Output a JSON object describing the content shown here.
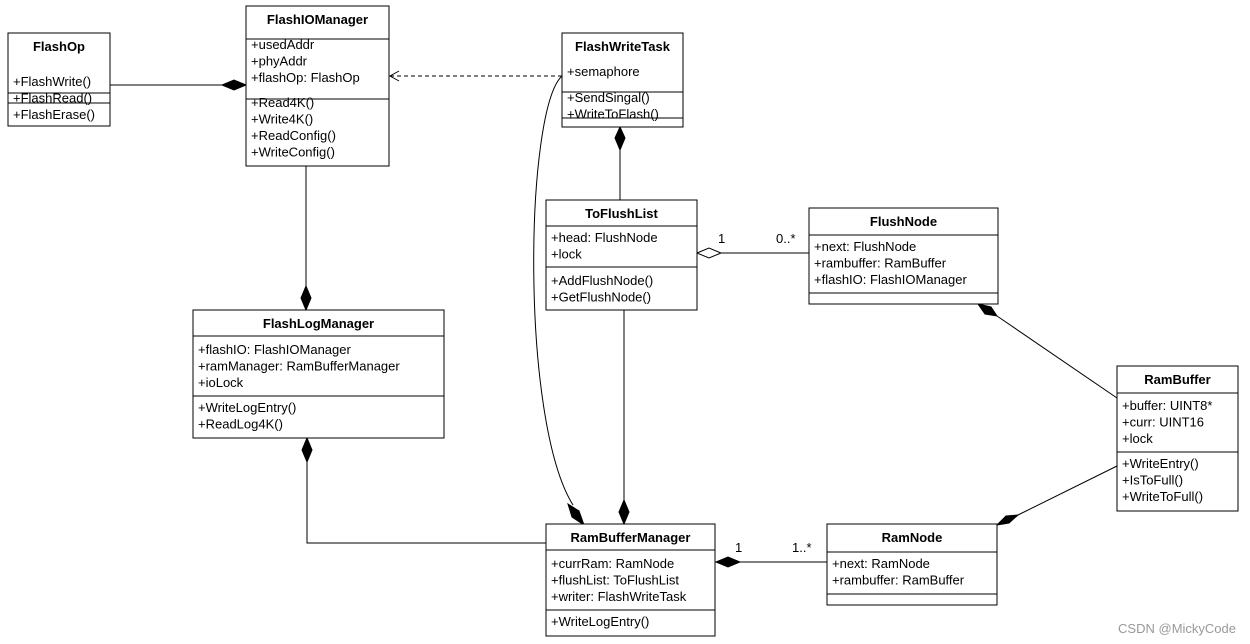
{
  "classes": {
    "flashop": {
      "name": "FlashOp",
      "attributes": [],
      "operations": [
        "+FlashWrite()",
        "+FlashRead()",
        "+FlashErase()"
      ]
    },
    "flashiomanager": {
      "name": "FlashIOManager",
      "attributes": [
        "+usedAddr",
        "+phyAddr",
        "+flashOp: FlashOp"
      ],
      "operations": [
        "+Read4K()",
        "+Write4K()",
        "+ReadConfig()",
        "+WriteConfig()"
      ]
    },
    "flashwritetask": {
      "name": "FlashWriteTask",
      "attributes": [
        "+semaphore"
      ],
      "operations": [
        "+SendSingal()",
        "+WriteToFlash()"
      ]
    },
    "toflushlist": {
      "name": "ToFlushList",
      "attributes": [
        "+head: FlushNode",
        "+lock"
      ],
      "operations": [
        "+AddFlushNode()",
        "+GetFlushNode()"
      ]
    },
    "flushnode": {
      "name": "FlushNode",
      "attributes": [
        "+next: FlushNode",
        "+rambuffer: RamBuffer",
        "+flashIO: FlashIOManager"
      ],
      "operations": []
    },
    "flashlogmanager": {
      "name": "FlashLogManager",
      "attributes": [
        "+flashIO: FlashIOManager",
        "+ramManager: RamBufferManager",
        "+ioLock"
      ],
      "operations": [
        "+WriteLogEntry()",
        "+ReadLog4K()"
      ]
    },
    "rambuffer": {
      "name": "RamBuffer",
      "attributes": [
        "+buffer: UINT8*",
        "+curr: UINT16",
        "+lock"
      ],
      "operations": [
        "+WriteEntry()",
        "+IsToFull()",
        "+WriteToFull()"
      ]
    },
    "rambuffermanager": {
      "name": "RamBufferManager",
      "attributes": [
        "+currRam: RamNode",
        "+flushList: ToFlushList",
        "+writer: FlashWriteTask"
      ],
      "operations": [
        "+WriteLogEntry()"
      ]
    },
    "ramnode": {
      "name": "RamNode",
      "attributes": [
        "+next: RamNode",
        "+rambuffer: RamBuffer"
      ],
      "operations": []
    }
  },
  "relations": [
    {
      "id": "flashop-flashiomanager",
      "type": "composition",
      "whole": "FlashIOManager",
      "part": "FlashOp"
    },
    {
      "id": "flashwritetask-flashiomanager",
      "type": "dependency",
      "from": "FlashWriteTask",
      "to": "FlashIOManager"
    },
    {
      "id": "flashiomanager-flashlogmanager",
      "type": "composition",
      "whole": "FlashLogManager",
      "part": "FlashIOManager"
    },
    {
      "id": "toflushlist-flashwritetask",
      "type": "composition",
      "whole": "FlashWriteTask",
      "part": "ToFlushList"
    },
    {
      "id": "flushnode-toflushlist",
      "type": "aggregation",
      "whole": "ToFlushList",
      "part": "FlushNode",
      "mult_whole": "1",
      "mult_part": "0..*"
    },
    {
      "id": "rambuffer-flushnode",
      "type": "composition",
      "whole": "FlushNode",
      "part": "RamBuffer"
    },
    {
      "id": "rambuffer-ramnode",
      "type": "composition",
      "whole": "RamNode",
      "part": "RamBuffer"
    },
    {
      "id": "flashwritetask-rambuffermanager",
      "type": "composition",
      "whole": "RamBufferManager",
      "part": "FlashWriteTask"
    },
    {
      "id": "toflushlist-rambuffermanager",
      "type": "composition",
      "whole": "RamBufferManager",
      "part": "ToFlushList"
    },
    {
      "id": "rambuffermanager-flashlogmanager",
      "type": "composition",
      "whole": "FlashLogManager",
      "part": "RamBufferManager"
    },
    {
      "id": "ramnode-rambuffermanager",
      "type": "composition",
      "whole": "RamBufferManager",
      "part": "RamNode",
      "mult_whole": "1",
      "mult_part": "1..*"
    }
  ],
  "watermark": "CSDN @MickyCode"
}
